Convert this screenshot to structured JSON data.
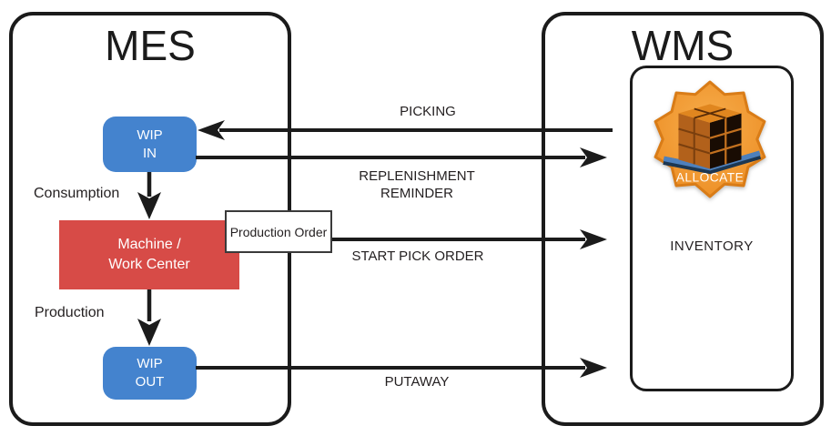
{
  "colors": {
    "line": "#1b1b1b",
    "blue": "#4483ce",
    "red": "#d74b47",
    "orange": "#f09a33",
    "orange_dark": "#d97c17",
    "pallet_blue": "#4e80bc"
  },
  "mes": {
    "title": "MES",
    "wip_in_line1": "WIP",
    "wip_in_line2": "IN",
    "machine_line1": "Machine /",
    "machine_line2": "Work Center",
    "wip_out_line1": "WIP",
    "wip_out_line2": "OUT",
    "consumption": "Consumption",
    "production": "Production",
    "production_order": "Production Order"
  },
  "wms": {
    "title": "WMS",
    "inventory": "INVENTORY",
    "allocate": "ALLOCATE"
  },
  "flows": {
    "picking": "PICKING",
    "replenishment": "REPLENISHMENT REMINDER",
    "start_pick_order": "START PICK ORDER",
    "putaway": "PUTAWAY"
  }
}
